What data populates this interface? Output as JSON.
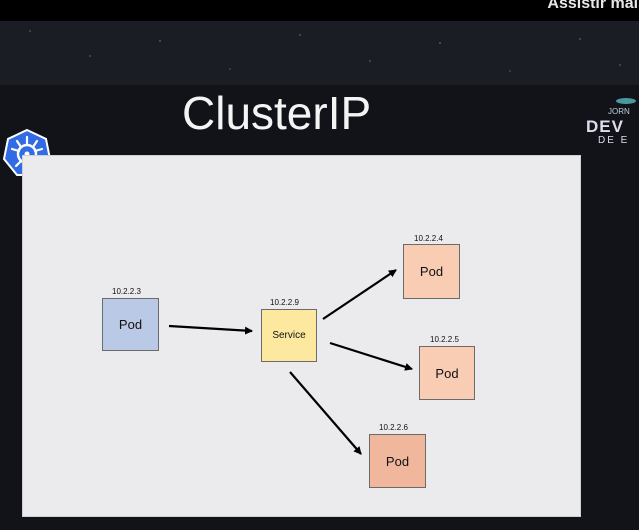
{
  "topbar": {
    "text": "Assistir mais"
  },
  "slide": {
    "title": "ClusterIP"
  },
  "logo": {
    "line1": "JORN",
    "line2": "DEV",
    "line3": "DE E"
  },
  "icons": {
    "kubernetes": "kubernetes-helm-icon"
  },
  "colors": {
    "pod_blue": "#b9c9e6",
    "service_yellow": "#fde8a0",
    "pod_orange_light": "#f8cdb4",
    "pod_orange_dark": "#f1b79d",
    "k8s_blue": "#326ce5"
  },
  "diagram": {
    "source_pod": {
      "label": "Pod",
      "ip": "10.2.2.3"
    },
    "service": {
      "label": "Service",
      "ip": "10.2.2.9"
    },
    "target_pods": [
      {
        "label": "Pod",
        "ip": "10.2.2.4"
      },
      {
        "label": "Pod",
        "ip": "10.2.2.5"
      },
      {
        "label": "Pod",
        "ip": "10.2.2.6"
      }
    ]
  }
}
